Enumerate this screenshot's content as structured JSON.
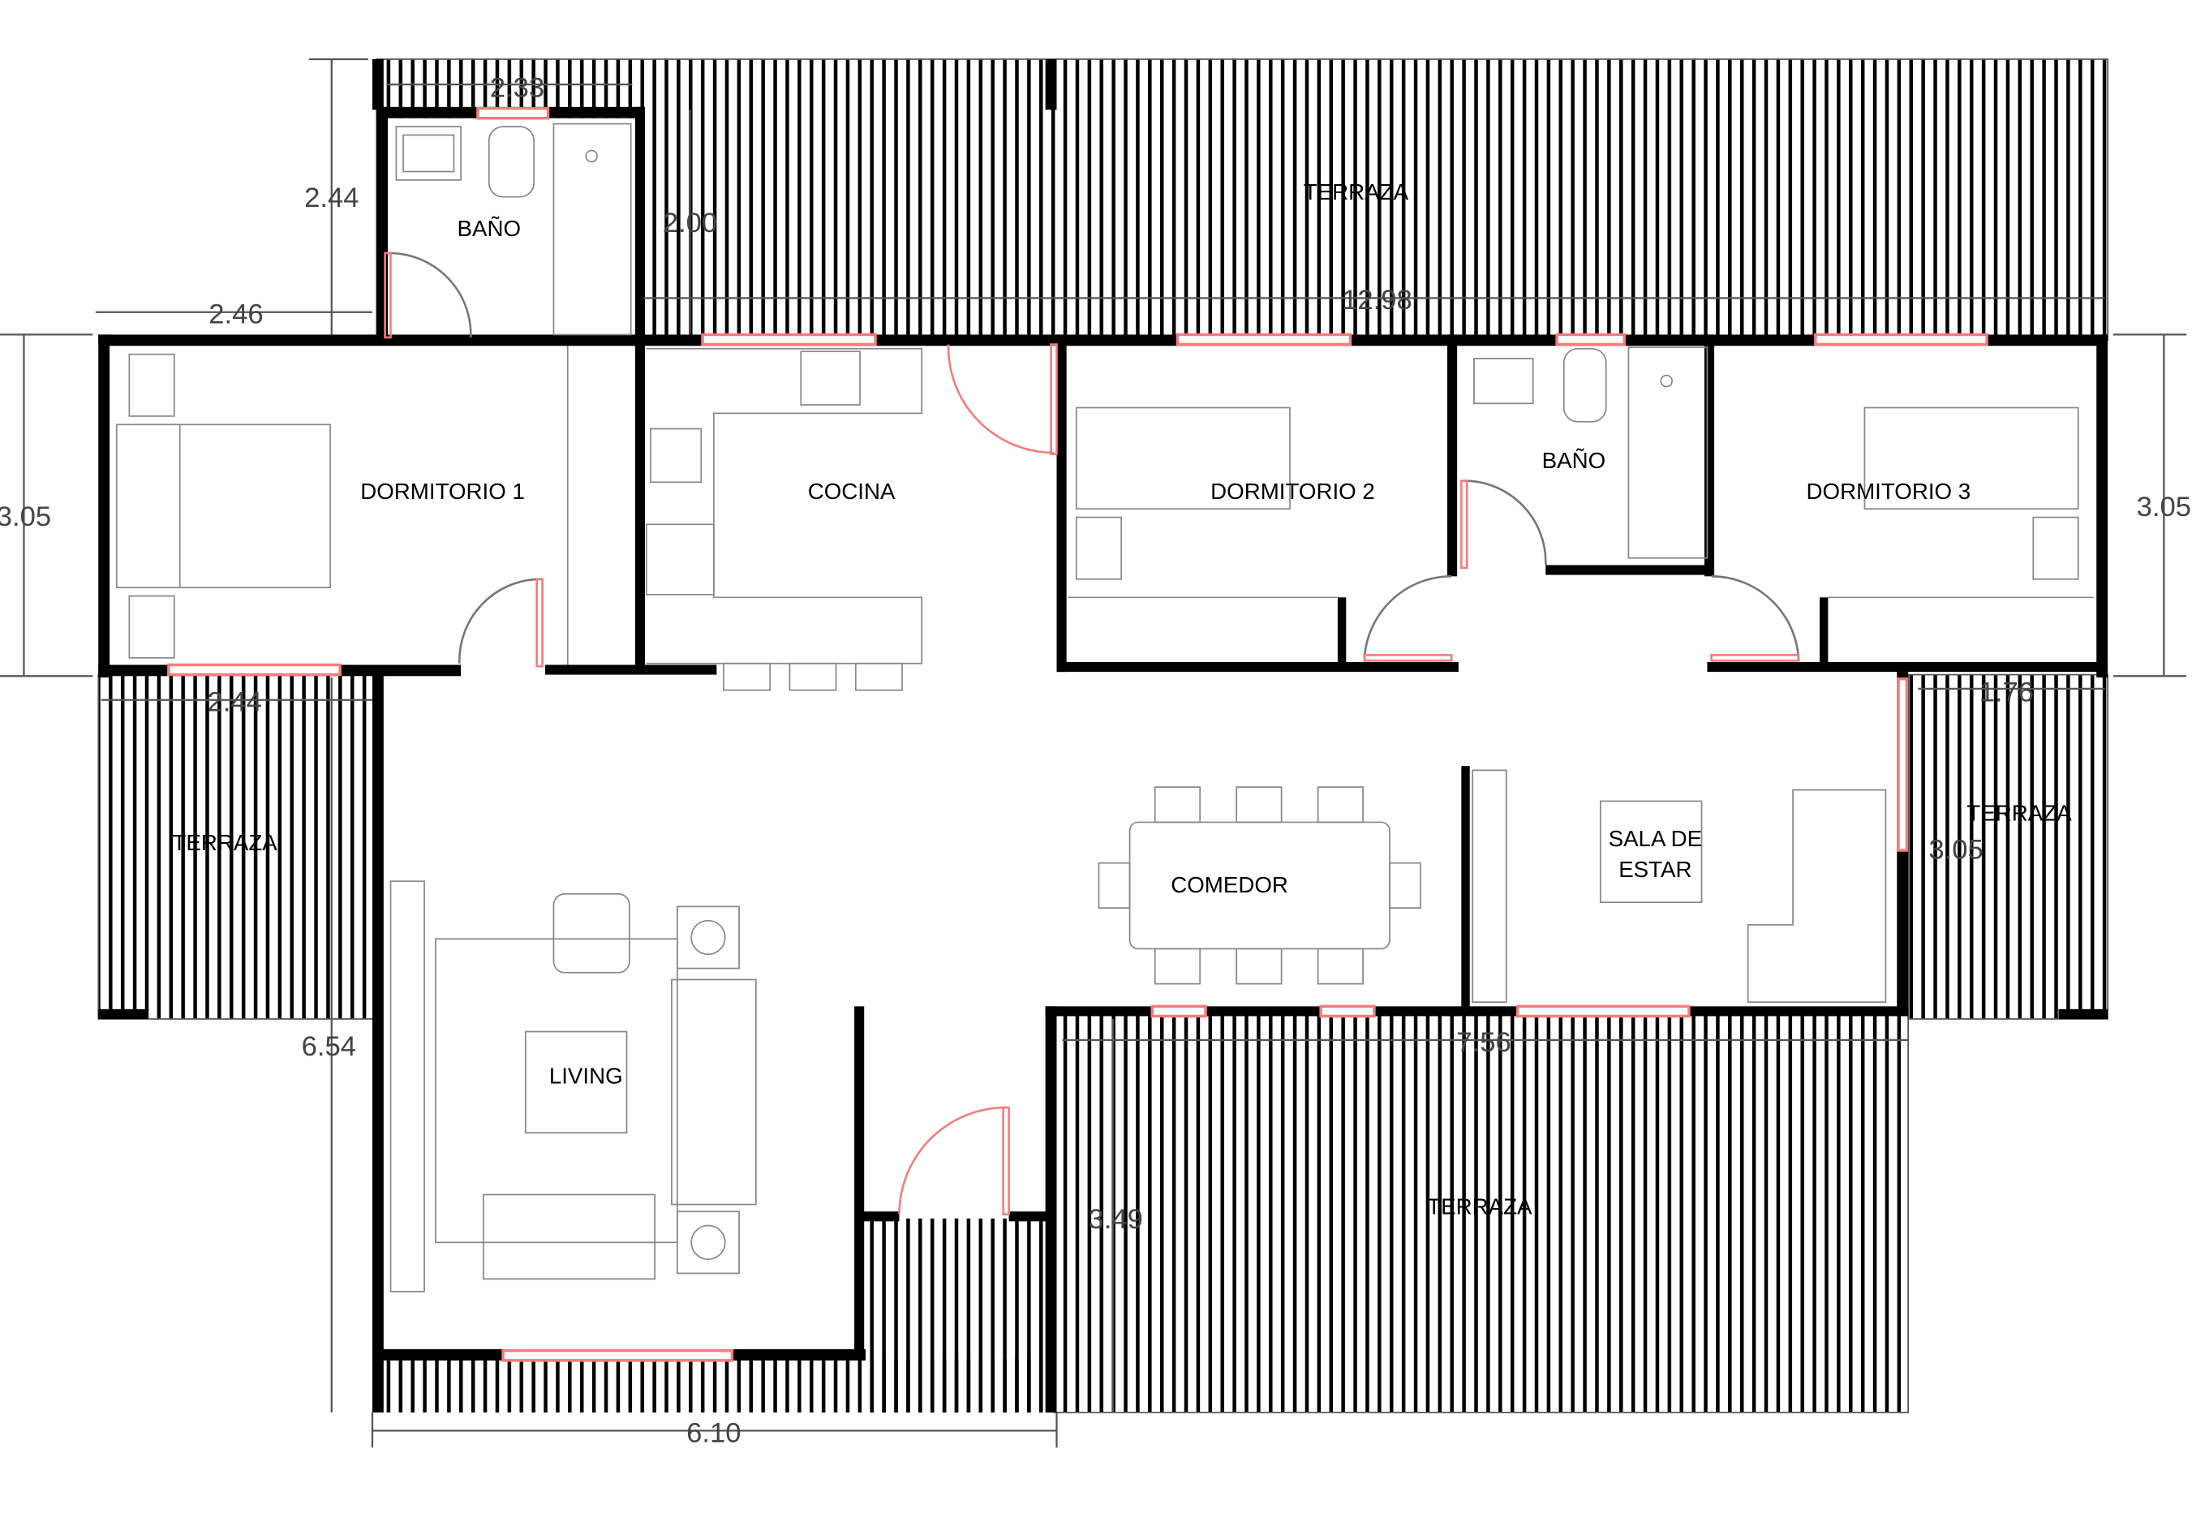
{
  "rooms": {
    "bano_1": "BAÑO",
    "dormitorio_1": "DORMITORIO 1",
    "cocina": "COCINA",
    "dormitorio_2": "DORMITORIO 2",
    "bano_2": "BAÑO",
    "dormitorio_3": "DORMITORIO  3",
    "terraza_top": "TERRAZA",
    "terraza_left": "TERRAZA",
    "terraza_right": "TERRAZA",
    "terraza_bottom": "TERRAZA",
    "comedor": "COMEDOR",
    "sala_line1": "SALA DE",
    "sala_line2": "ESTAR",
    "living": "LIVING"
  },
  "dimensions": {
    "bano_width": "2.33",
    "bano_height": "2.44",
    "terrace_depth": "2.00",
    "left_offset": "2.46",
    "total_width": "12.98",
    "left_height": "3.05",
    "right_height": "3.05",
    "left_terrace_width": "2.44",
    "right_terrace_width": "1.76",
    "right_terrace_height": "3.05",
    "living_height": "6.54",
    "bottom_terrace_width": "7.56",
    "bottom_terrace_height": "3.49",
    "living_width": "6.10"
  }
}
